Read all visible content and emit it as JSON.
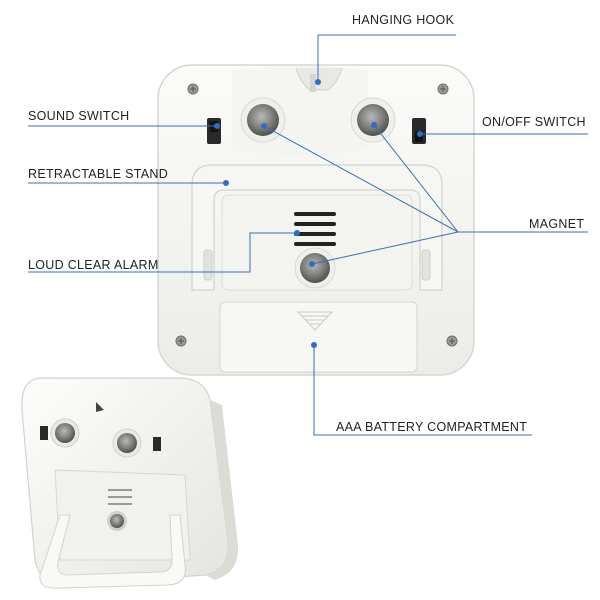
{
  "labels": {
    "hanging_hook": "HANGING HOOK",
    "sound_switch": "SOUND SWITCH",
    "on_off_switch": "ON/OFF SWITCH",
    "retractable_stand": "RETRACTABLE STAND",
    "magnet": "MAGNET",
    "loud_clear_alarm": "LOUD CLEAR ALARM",
    "battery_compartment": "AAA BATTERY COMPARTMENT"
  },
  "colors": {
    "leader_line": "#3a6fb0",
    "leader_dot": "#2f6ec4",
    "device_body": "#f7f7f5",
    "device_outline": "#d8d8d4",
    "text": "#222222"
  }
}
